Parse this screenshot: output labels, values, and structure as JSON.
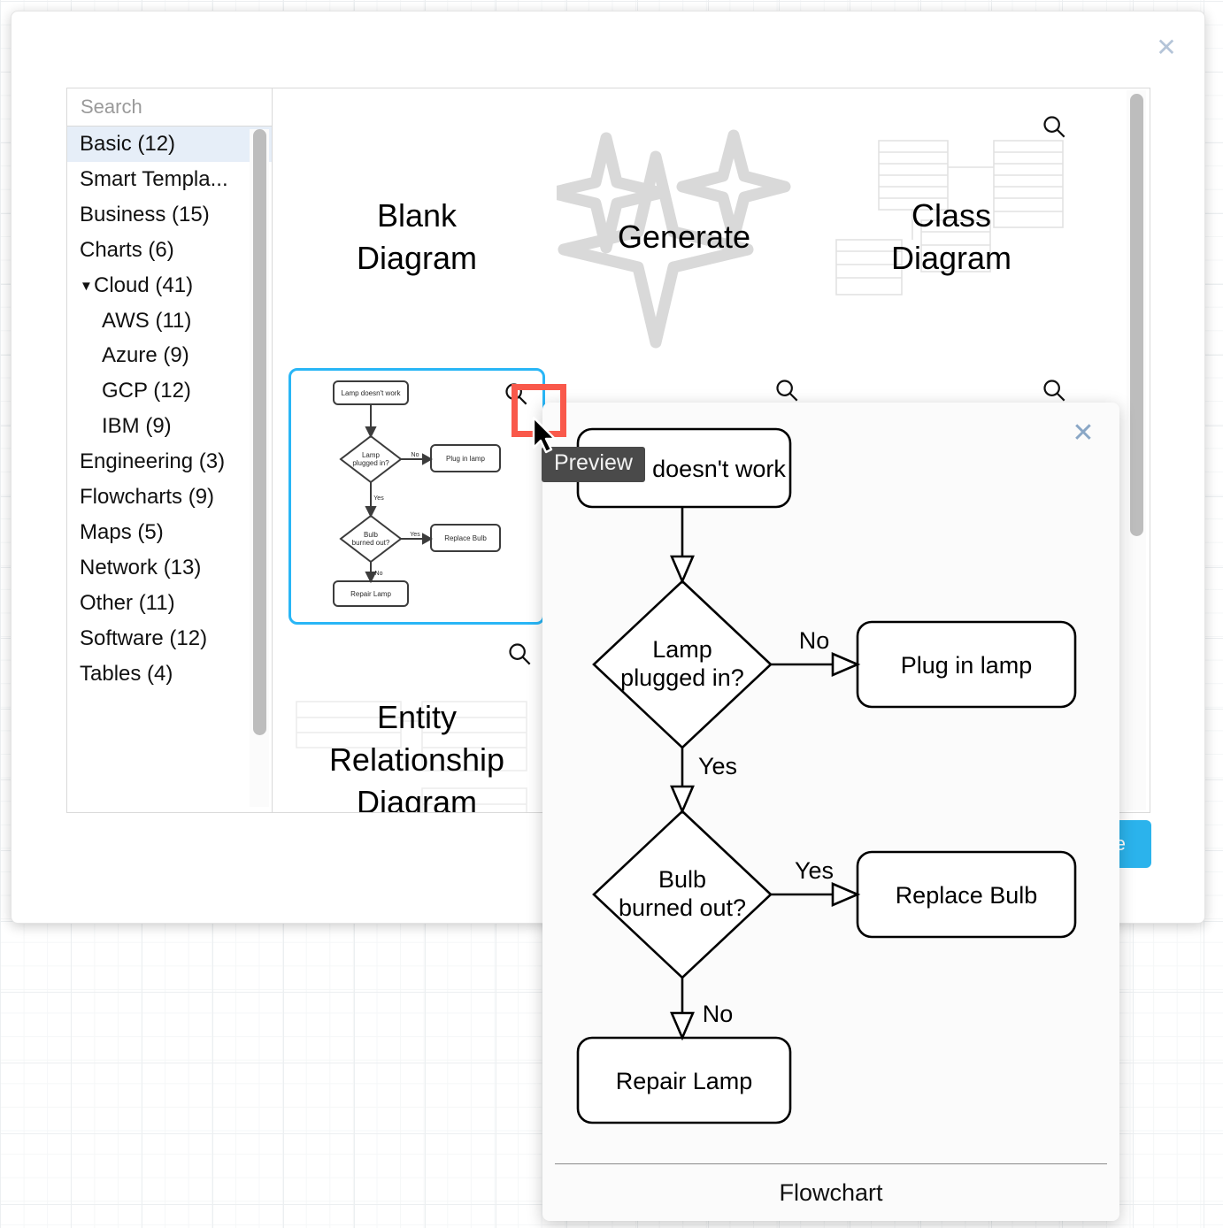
{
  "app": {
    "dialog_title": "",
    "close_label": "✕"
  },
  "search": {
    "placeholder": "Search",
    "value": "",
    "icon": "search-icon"
  },
  "sidebar": {
    "items": [
      {
        "label": "Basic (12)",
        "selected": true,
        "child": false,
        "caret": ""
      },
      {
        "label": "Smart Templa...",
        "selected": false,
        "child": false,
        "caret": ""
      },
      {
        "label": "Business (15)",
        "selected": false,
        "child": false,
        "caret": ""
      },
      {
        "label": "Charts (6)",
        "selected": false,
        "child": false,
        "caret": ""
      },
      {
        "label": "Cloud (41)",
        "selected": false,
        "child": false,
        "caret": "▼"
      },
      {
        "label": "AWS (11)",
        "selected": false,
        "child": true,
        "caret": ""
      },
      {
        "label": "Azure (9)",
        "selected": false,
        "child": true,
        "caret": ""
      },
      {
        "label": "GCP (12)",
        "selected": false,
        "child": true,
        "caret": ""
      },
      {
        "label": "IBM (9)",
        "selected": false,
        "child": true,
        "caret": ""
      },
      {
        "label": "Engineering (3)",
        "selected": false,
        "child": false,
        "caret": ""
      },
      {
        "label": "Flowcharts (9)",
        "selected": false,
        "child": false,
        "caret": ""
      },
      {
        "label": "Maps (5)",
        "selected": false,
        "child": false,
        "caret": ""
      },
      {
        "label": "Network (13)",
        "selected": false,
        "child": false,
        "caret": ""
      },
      {
        "label": "Other (11)",
        "selected": false,
        "child": false,
        "caret": ""
      },
      {
        "label": "Software (12)",
        "selected": false,
        "child": false,
        "caret": ""
      },
      {
        "label": "Tables (4)",
        "selected": false,
        "child": false,
        "caret": ""
      }
    ]
  },
  "main": {
    "cards": [
      {
        "title": "Blank\nDiagram",
        "selected": false,
        "has_preview_icon": false,
        "art": "none"
      },
      {
        "title": "Generate",
        "selected": false,
        "has_preview_icon": false,
        "art": "sparkles"
      },
      {
        "title": "Class\nDiagram",
        "selected": false,
        "has_preview_icon": true,
        "art": "class-boxes"
      },
      {
        "title": "",
        "selected": true,
        "has_preview_icon": true,
        "art": "flowchart-thumb"
      },
      {
        "title": "",
        "selected": false,
        "has_preview_icon": true,
        "art": "none"
      },
      {
        "title": "",
        "selected": false,
        "has_preview_icon": true,
        "art": "none"
      },
      {
        "title": "Entity\nRelationship\nDiagram",
        "selected": false,
        "has_preview_icon": true,
        "art": "er-boxes"
      }
    ],
    "create_button_label": "Create"
  },
  "tooltip": {
    "text": "Preview"
  },
  "preview_popup": {
    "footer_title": "Flowchart",
    "close_label": "✕",
    "chart_data": {
      "type": "diagram",
      "diagram_type": "flowchart",
      "title": "Flowchart",
      "nodes": [
        {
          "id": "start",
          "label": "Lamp doesn't work",
          "shape": "rounded-rect"
        },
        {
          "id": "plugged",
          "label": "Lamp\nplugged in?",
          "shape": "diamond"
        },
        {
          "id": "plug",
          "label": "Plug in lamp",
          "shape": "rounded-rect"
        },
        {
          "id": "burned",
          "label": "Bulb\nburned out?",
          "shape": "diamond"
        },
        {
          "id": "replace",
          "label": "Replace Bulb",
          "shape": "rounded-rect"
        },
        {
          "id": "repair",
          "label": "Repair Lamp",
          "shape": "rounded-rect"
        }
      ],
      "edges": [
        {
          "from": "start",
          "to": "plugged",
          "label": ""
        },
        {
          "from": "plugged",
          "to": "plug",
          "label": "No"
        },
        {
          "from": "plugged",
          "to": "burned",
          "label": "Yes"
        },
        {
          "from": "burned",
          "to": "replace",
          "label": "Yes"
        },
        {
          "from": "burned",
          "to": "repair",
          "label": "No"
        }
      ]
    }
  },
  "thumbnail_chart": {
    "nodes": [
      {
        "label": "Lamp doesn't work"
      },
      {
        "label": "Lamp plugged in?"
      },
      {
        "label": "Plug in lamp"
      },
      {
        "label": "Bulb burned out?"
      },
      {
        "label": "Replace Bulb"
      },
      {
        "label": "Repair Lamp"
      }
    ],
    "edge_labels": [
      "No",
      "Yes",
      "Yes",
      "No"
    ]
  },
  "colors": {
    "accent": "#2bb3ec",
    "selection": "#29b6f6",
    "highlight_ring": "#f9594b",
    "selected_row": "#e6eef8",
    "tooltip_bg": "#4a4a4a",
    "close_icon": "#b4c4d8"
  }
}
